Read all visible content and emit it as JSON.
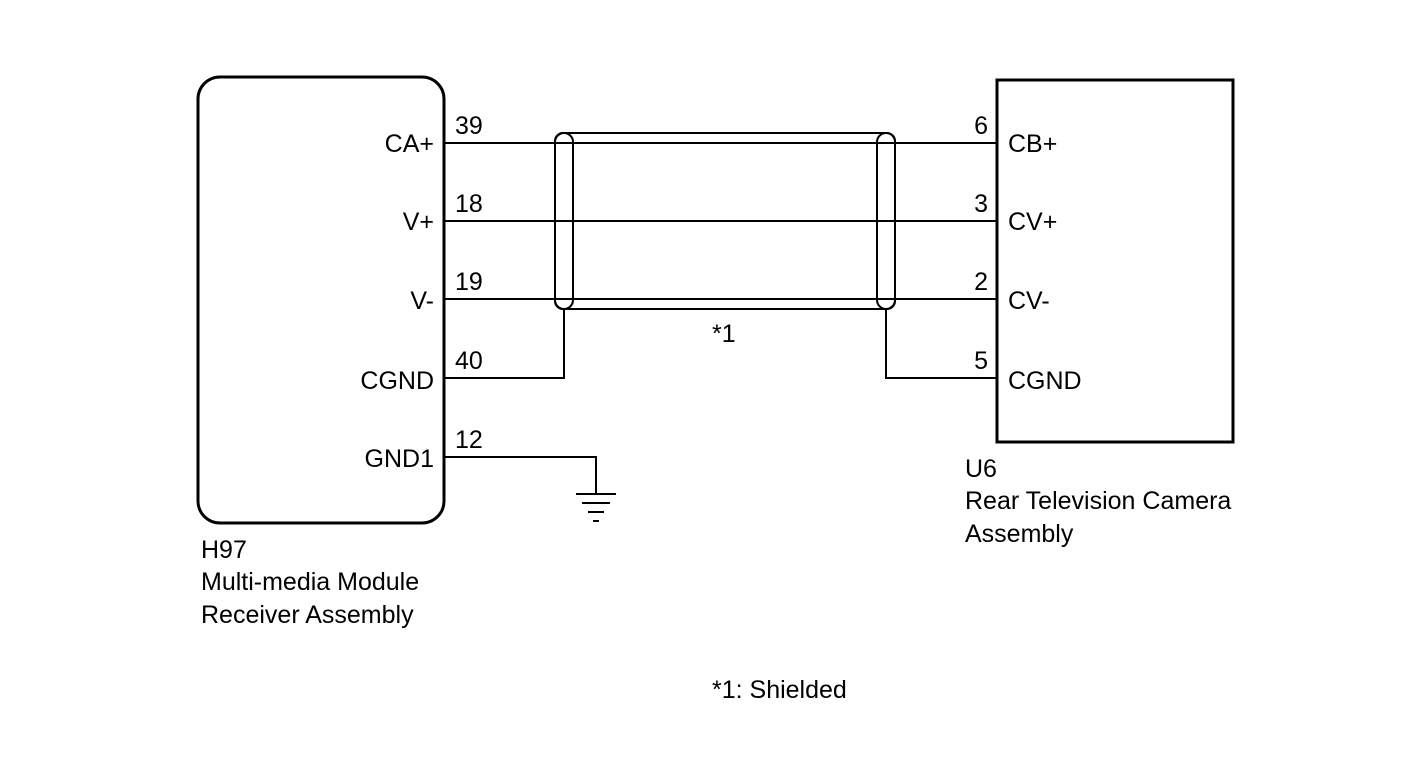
{
  "left_component": {
    "id": "H97",
    "name_line1": "Multi-media Module",
    "name_line2": "Receiver Assembly",
    "terminals": [
      {
        "label": "CA+",
        "pin": "39"
      },
      {
        "label": "V+",
        "pin": "18"
      },
      {
        "label": "V-",
        "pin": "19"
      },
      {
        "label": "CGND",
        "pin": "40"
      },
      {
        "label": "GND1",
        "pin": "12"
      }
    ]
  },
  "right_component": {
    "id": "U6",
    "name_line1": "Rear Television Camera",
    "name_line2": "Assembly",
    "terminals": [
      {
        "label": "CB+",
        "pin": "6"
      },
      {
        "label": "CV+",
        "pin": "3"
      },
      {
        "label": "CV-",
        "pin": "2"
      },
      {
        "label": "CGND",
        "pin": "5"
      }
    ]
  },
  "shield": {
    "marker": "*1"
  },
  "legend": {
    "note": "*1: Shielded"
  },
  "icons": {
    "ground": "ground-symbol-icon"
  }
}
